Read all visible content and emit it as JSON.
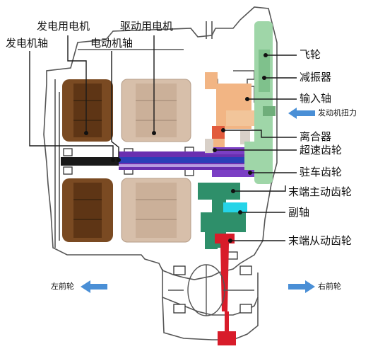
{
  "labels": {
    "gen_motor": "发电用电机",
    "drive_motor": "驱动用电机",
    "gen_shaft": "发电机轴",
    "motor_shaft": "电动机轴",
    "flywheel": "飞轮",
    "damper": "减振器",
    "input_shaft": "输入轴",
    "engine_power": "发动机扭力",
    "clutch": "离合器",
    "overdrive_gear": "超速齿轮",
    "parking_gear": "驻车齿轮",
    "final_drive_gear": "末端主动齿轮",
    "countershaft": "副轴",
    "final_driven_gear": "末端从动齿轮",
    "left_front_wheel": "左前轮",
    "right_front_wheel": "右前轮"
  },
  "colors": {
    "gen_motor": "#7a4a22",
    "drive_motor": "#d7bfaa",
    "shaft_purple": "#6a2fb0",
    "shaft_blue": "#2b3fb8",
    "counter_green": "#2e8f6a",
    "light_green": "#9fd6a8",
    "red_shaft": "#d81c2a",
    "cyan": "#25d4e8",
    "orange": "#f2b584",
    "arrow_blue": "#4a8fd6"
  }
}
